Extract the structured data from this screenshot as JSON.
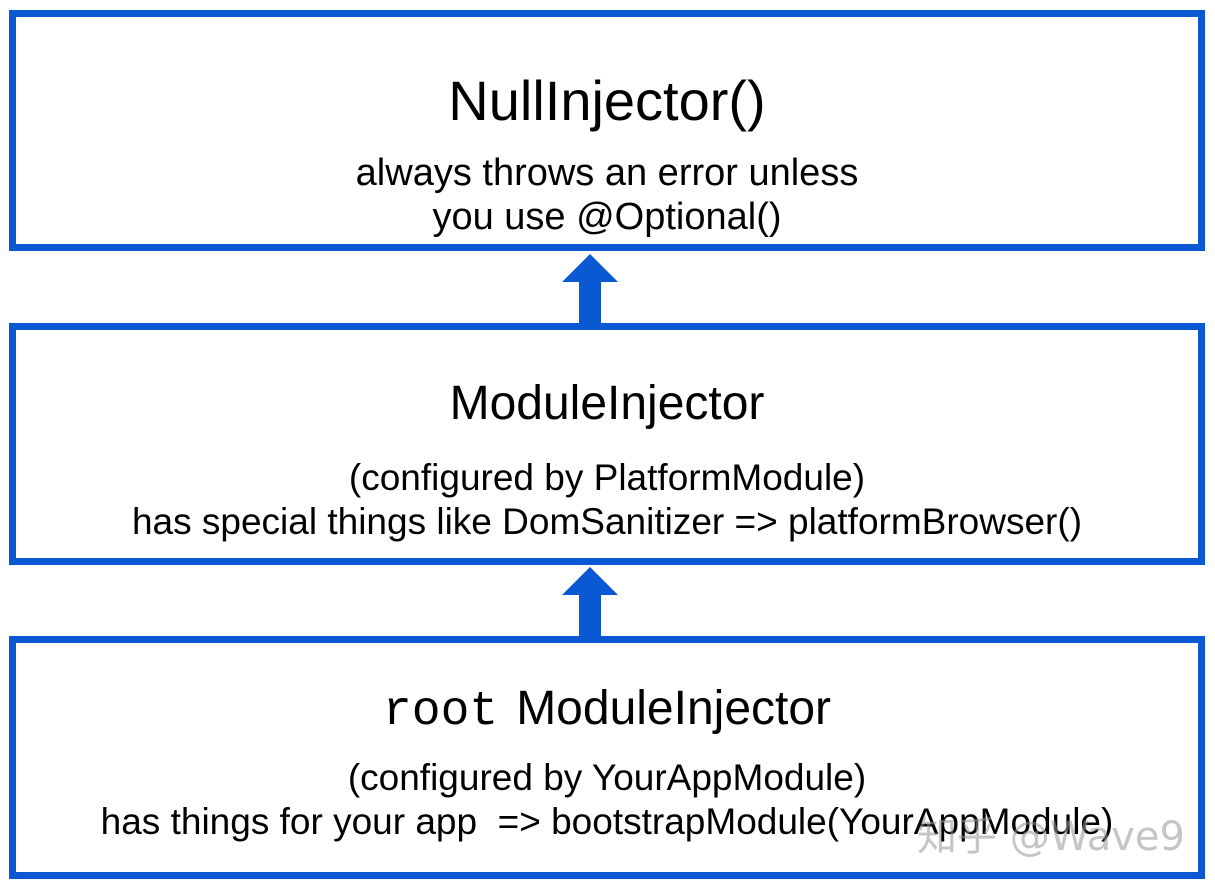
{
  "colors": {
    "box_border": "#0a59d2",
    "arrow": "#0a59d2",
    "text": "#000000"
  },
  "boxes": {
    "null_injector": {
      "title": "NullInjector()",
      "line1": "always throws an error unless",
      "line2": "you use @Optional()"
    },
    "platform_injector": {
      "title": "ModuleInjector",
      "line1": "(configured by PlatformModule)",
      "line2": "has special things like DomSanitizer => platformBrowser()"
    },
    "root_injector": {
      "title_code": "root",
      "title": "ModuleInjector",
      "line1": "(configured by YourAppModule)",
      "line2": "has things for your app  => bootstrapModule(YourAppModule)"
    }
  },
  "watermark": "知乎 @Wave9"
}
